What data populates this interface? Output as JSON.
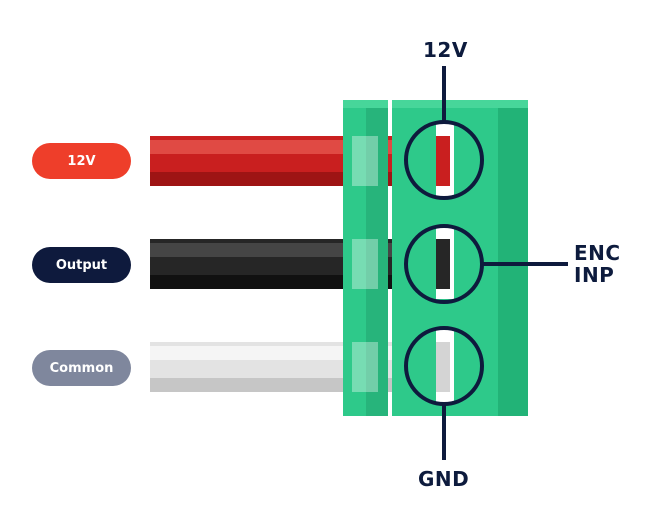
{
  "wires": [
    {
      "label": "12V",
      "pill_color": "#ee3e2a",
      "wire_color": "#cc2222"
    },
    {
      "label": "Output",
      "pill_color": "#0e1a3d",
      "wire_color": "#2a2a2a"
    },
    {
      "label": "Common",
      "pill_color": "#7f879d",
      "wire_color": "#e4e4e4"
    }
  ],
  "terminals": {
    "top": "12V",
    "right_line1": "ENC",
    "right_line2": "INP",
    "bottom": "GND"
  },
  "colors": {
    "connector": "#2ec98a",
    "connector_dark": "#1ea06a",
    "callout": "#0e1a3d"
  }
}
